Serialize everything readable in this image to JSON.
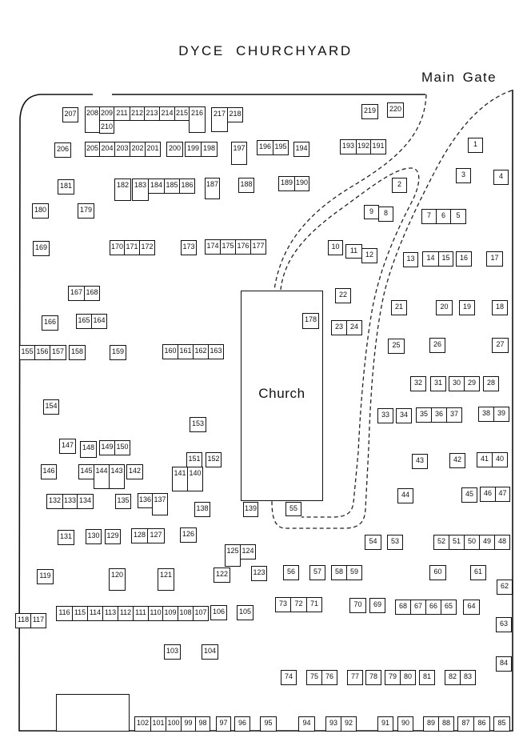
{
  "title": "DYCE CHURCHYARD",
  "gate_label": "Main Gate",
  "church_label": "Church",
  "plots": {
    "1": "1",
    "2": "2",
    "3": "3",
    "4": "4",
    "5": "5",
    "6": "6",
    "7": "7",
    "8": "8",
    "9": "9",
    "10": "10",
    "11": "11",
    "12": "12",
    "13": "13",
    "14": "14",
    "15": "15",
    "16": "16",
    "17": "17",
    "18": "18",
    "19": "19",
    "20": "20",
    "21": "21",
    "22": "22",
    "23": "23",
    "24": "24",
    "25": "25",
    "26": "26",
    "27": "27",
    "28": "28",
    "29": "29",
    "30": "30",
    "31": "31",
    "32": "32",
    "33": "33",
    "34": "34",
    "35": "35",
    "36": "36",
    "37": "37",
    "38": "38",
    "39": "39",
    "40": "40",
    "41": "41",
    "42": "42",
    "43": "43",
    "44": "44",
    "45": "45",
    "46": "46",
    "47": "47",
    "48": "48",
    "49": "49",
    "50": "50",
    "51": "51",
    "52": "52",
    "53": "53",
    "54": "54",
    "55": "55",
    "56": "56",
    "57": "57",
    "58": "58",
    "59": "59",
    "60": "60",
    "61": "61",
    "62": "62",
    "63": "63",
    "64": "64",
    "65": "65",
    "66": "66",
    "67": "67",
    "68": "68",
    "69": "69",
    "70": "70",
    "71": "71",
    "72": "72",
    "73": "73",
    "74": "74",
    "75": "75",
    "76": "76",
    "77": "77",
    "78": "78",
    "79": "79",
    "80": "80",
    "81": "81",
    "82": "82",
    "83": "83",
    "84": "84",
    "85": "85",
    "86": "86",
    "87": "87",
    "88": "88",
    "89": "89",
    "90": "90",
    "91": "91",
    "92": "92",
    "93": "93",
    "94": "94",
    "95": "95",
    "96": "96",
    "97": "97",
    "98": "98",
    "99": "99",
    "100": "100",
    "101": "101",
    "102": "102",
    "103": "103",
    "104": "104",
    "105": "105",
    "106": "106",
    "107": "107",
    "108": "108",
    "109": "109",
    "110": "110",
    "111": "111",
    "112": "112",
    "113": "113",
    "114": "114",
    "115": "115",
    "116": "116",
    "117": "117",
    "118": "118",
    "119": "119",
    "120": "120",
    "121": "121",
    "122": "122",
    "123": "123",
    "124": "124",
    "125": "125",
    "126": "126",
    "127": "127",
    "128": "128",
    "129": "129",
    "130": "130",
    "131": "131",
    "132": "132",
    "133": "133",
    "134": "134",
    "135": "135",
    "136": "136",
    "137": "137",
    "138": "138",
    "139": "139",
    "140": "140",
    "141": "141",
    "142": "142",
    "143": "143",
    "144": "144",
    "145": "145",
    "146": "146",
    "147": "147",
    "148": "148",
    "149": "149",
    "150": "150",
    "151": "151",
    "152": "152",
    "153": "153",
    "154": "154",
    "155": "155",
    "156": "156",
    "157": "157",
    "158": "158",
    "159": "159",
    "160": "160",
    "161": "161",
    "162": "162",
    "163": "163",
    "164": "164",
    "165": "165",
    "166": "166",
    "167": "167",
    "168": "168",
    "169": "169",
    "170": "170",
    "171": "171",
    "172": "172",
    "173": "173",
    "174": "174",
    "175": "175",
    "176": "176",
    "177": "177",
    "178": "178",
    "179": "179",
    "180": "180",
    "181": "181",
    "182": "182",
    "183": "183",
    "184": "184",
    "185": "185",
    "186": "186",
    "187": "187",
    "188": "188",
    "189": "189",
    "190": "190",
    "191": "191",
    "192": "192",
    "193": "193",
    "194": "194",
    "195": "195",
    "196": "196",
    "197": "197",
    "198": "198",
    "199": "199",
    "200": "200",
    "201": "201",
    "202": "202",
    "203": "203",
    "204": "204",
    "205": "205",
    "206": "206",
    "207": "207",
    "208": "208",
    "209": "209",
    "210": "210",
    "211": "211",
    "212": "212",
    "213": "213",
    "214": "214",
    "215": "215",
    "216": "216",
    "217": "217",
    "218": "218",
    "219": "219",
    "220": "220"
  }
}
